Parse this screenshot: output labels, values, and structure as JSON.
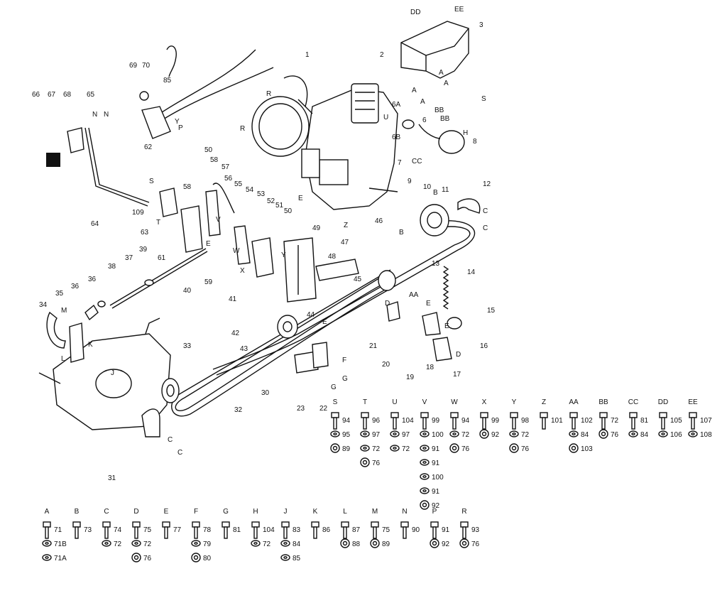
{
  "diagram": {
    "part_labels": [
      "1",
      "2",
      "3",
      "6",
      "6A",
      "6B",
      "7",
      "8",
      "9",
      "10",
      "11",
      "12",
      "13",
      "14",
      "15",
      "16",
      "17",
      "18",
      "19",
      "20",
      "21",
      "22",
      "23",
      "30",
      "31",
      "32",
      "33",
      "34",
      "35",
      "36",
      "36",
      "37",
      "38",
      "39",
      "40",
      "41",
      "42",
      "43",
      "44",
      "45",
      "46",
      "47",
      "48",
      "49",
      "50",
      "50",
      "51",
      "52",
      "53",
      "54",
      "55",
      "56",
      "57",
      "58",
      "58",
      "59",
      "61",
      "62",
      "63",
      "64",
      "65",
      "66",
      "67",
      "68",
      "69",
      "70",
      "85",
      "109"
    ],
    "letter_labels": [
      "DD",
      "EE",
      "A",
      "A",
      "A",
      "A",
      "BB",
      "BB",
      "S",
      "H",
      "CC",
      "U",
      "R",
      "R",
      "Y",
      "P",
      "N",
      "N",
      "S",
      "T",
      "V",
      "E",
      "E",
      "W",
      "X",
      "Y",
      "Z",
      "B",
      "B",
      "C",
      "C",
      "AA",
      "E",
      "E",
      "D",
      "D",
      "E",
      "F",
      "G",
      "G",
      "M",
      "K",
      "L",
      "J",
      "C",
      "C"
    ]
  },
  "hardware_grid": {
    "row1": [
      {
        "letter": "S",
        "parts": [
          "94",
          "95",
          "89"
        ]
      },
      {
        "letter": "T",
        "parts": [
          "96",
          "97",
          "72",
          "76"
        ]
      },
      {
        "letter": "U",
        "parts": [
          "104",
          "97",
          "72"
        ]
      },
      {
        "letter": "V",
        "parts": [
          "99",
          "100",
          "91",
          "91",
          "100",
          "91",
          "92"
        ]
      },
      {
        "letter": "W",
        "parts": [
          "94",
          "72",
          "76"
        ]
      },
      {
        "letter": "X",
        "parts": [
          "99",
          "92"
        ]
      },
      {
        "letter": "Y",
        "parts": [
          "98",
          "72",
          "76"
        ]
      },
      {
        "letter": "Z",
        "parts": [
          "101"
        ]
      },
      {
        "letter": "AA",
        "parts": [
          "102",
          "84",
          "103"
        ]
      },
      {
        "letter": "BB",
        "parts": [
          "72",
          "76"
        ]
      },
      {
        "letter": "CC",
        "parts": [
          "81",
          "84"
        ]
      },
      {
        "letter": "DD",
        "parts": [
          "105",
          "106"
        ]
      },
      {
        "letter": "EE",
        "parts": [
          "107",
          "108"
        ]
      }
    ],
    "row2": [
      {
        "letter": "A",
        "parts": [
          "71",
          "71B",
          "71A"
        ]
      },
      {
        "letter": "B",
        "parts": [
          "73"
        ]
      },
      {
        "letter": "C",
        "parts": [
          "74",
          "72"
        ]
      },
      {
        "letter": "D",
        "parts": [
          "75",
          "72",
          "76"
        ]
      },
      {
        "letter": "E",
        "parts": [
          "77"
        ]
      },
      {
        "letter": "F",
        "parts": [
          "78",
          "79",
          "80"
        ]
      },
      {
        "letter": "G",
        "parts": [
          "81"
        ]
      },
      {
        "letter": "H",
        "parts": [
          "104",
          "72"
        ]
      },
      {
        "letter": "J",
        "parts": [
          "83",
          "84",
          "85"
        ]
      },
      {
        "letter": "K",
        "parts": [
          "86"
        ]
      },
      {
        "letter": "L",
        "parts": [
          "87",
          "88"
        ]
      },
      {
        "letter": "M",
        "parts": [
          "75",
          "89"
        ]
      },
      {
        "letter": "N",
        "parts": [
          "90"
        ]
      },
      {
        "letter": "P",
        "parts": [
          "91",
          "92"
        ]
      },
      {
        "letter": "R",
        "parts": [
          "93",
          "76"
        ]
      }
    ]
  }
}
